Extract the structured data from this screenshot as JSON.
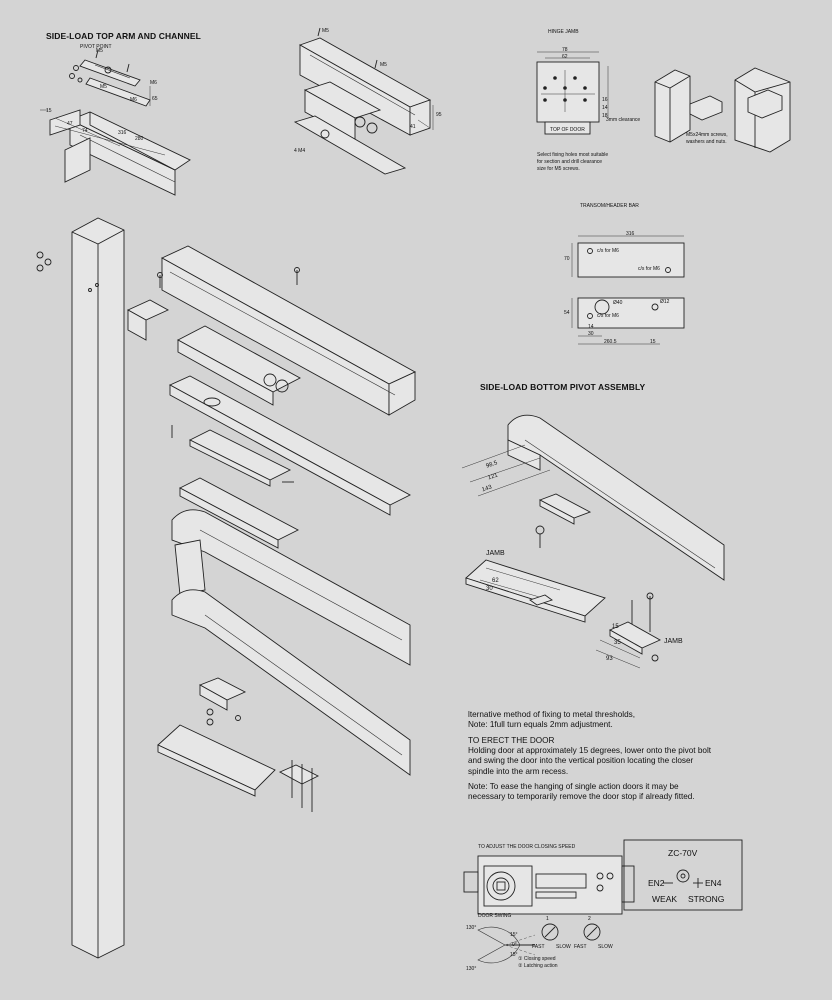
{
  "sections": {
    "top_arm_title": "SIDE-LOAD TOP ARM AND CHANNEL",
    "pivot_point": "PIVOT POINT",
    "hinge_jamb": "HINGE JAMB",
    "transom_bar": "TRANSOM/HEADER BAR",
    "bottom_pivot_title": "SIDE-LOAD BOTTOM PIVOT ASSEMBLY",
    "speed_title": "TO ADJUST THE DOOR CLOSING SPEED",
    "door_swing": "DOOR SWING"
  },
  "top_arm_dims": [
    "15",
    "M5",
    "M6",
    "47",
    "74",
    "65",
    "316",
    "280",
    "M6",
    "M5"
  ],
  "channel_labels": [
    "M5",
    "M5",
    "4 M4",
    "95",
    "41"
  ],
  "hinge_jamb": {
    "dims": [
      "78",
      "62",
      "16",
      "14",
      "18"
    ],
    "clearance": "3mm clearance",
    "top_of_door": "TOP OF DOOR",
    "note_lines": [
      "Select fixing holes most suitable",
      "for section and drill clearance",
      "size for M5 screws."
    ],
    "screw_note_lines": [
      "M5x24mm screws,",
      "washers and nuts."
    ]
  },
  "transom": {
    "dim_top": "316",
    "dim_side": "70",
    "cs_m6_a": "c/s for M6",
    "cs_m6_b": "c/s for M6",
    "d40": "Ø40",
    "d12": "Ø12",
    "dim_54": "54",
    "cs_m6_c": "c/s for M6",
    "dim_14": "14",
    "dim_30": "30",
    "dim_260": "260.5",
    "dim_15": "15"
  },
  "bottom_pivot": {
    "dims": [
      "98.5",
      "121",
      "143"
    ],
    "jamb_a": "JAMB",
    "jamb_b": "JAMB",
    "plate_dims": [
      "62",
      "30"
    ],
    "pivot_dims": [
      "15",
      "35",
      "93"
    ]
  },
  "notes": {
    "threshold_1": "lternative method of fixing to metal thresholds,",
    "threshold_2": "Note: 1full turn equals 2mm adjustment.",
    "erect_title": "TO ERECT THE DOOR",
    "erect_body": "Holding door at approximately 15 degrees, lower onto the pivot bolt and swing the door into the vertical position locating the closer spindle into the arm recess.",
    "erect_note": "Note: To ease the hanging of single action doors it may be necessary to temporarily remove the door stop if already fitted."
  },
  "speed": {
    "model": "ZC-70V",
    "en2": "EN2",
    "en4": "EN4",
    "weak": "WEAK",
    "strong": "STRONG",
    "fast_a": "FAST",
    "slow_a": "SLOW",
    "fast_b": "FAST",
    "slow_b": "SLOW",
    "valve_1": "1",
    "valve_2": "2",
    "angle_130_top": "130°",
    "angle_15_top": "15°",
    "angle_0": "0°",
    "angle_15_bottom": "15°",
    "angle_130_bottom": "130°",
    "legend_1": "① Closing speed",
    "legend_2": "② Latching action"
  }
}
